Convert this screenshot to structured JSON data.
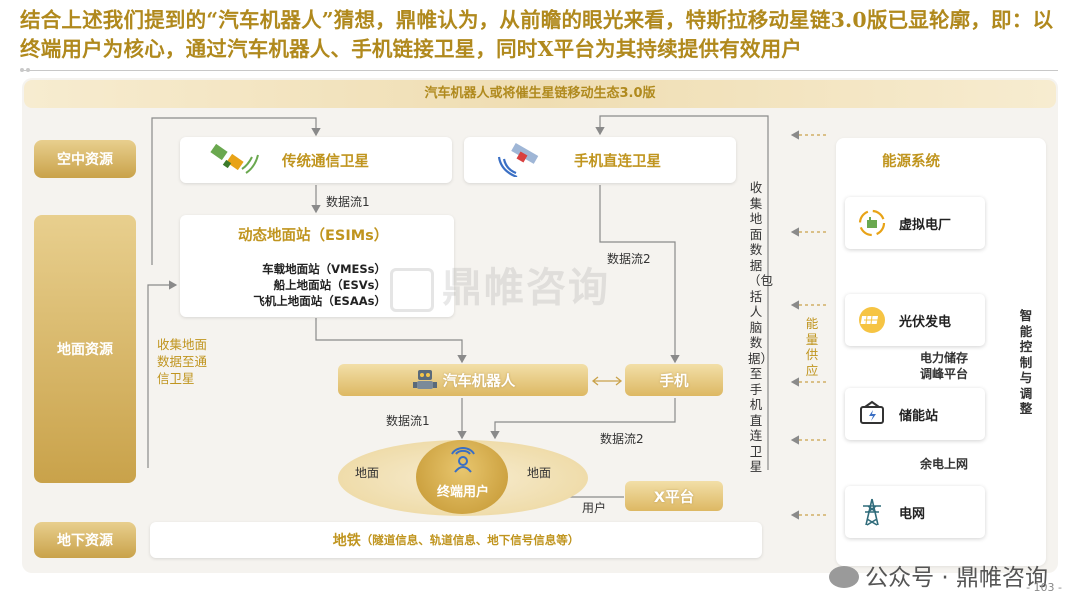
{
  "headline": "结合上述我们提到的“汽车机器人”猜想，鼎帷认为，从前瞻的眼光来看，特斯拉移动星链3.0版已显轮廓，即：以终端用户为核心，通过汽车机器人、手机链接卫星，同时X平台为其持续提供有效用户",
  "banner": "汽车机器人或将催生星链移动生态3.0版",
  "resources": {
    "air": "空中资源",
    "ground": "地面资源",
    "underground": "地下资源"
  },
  "air": {
    "traditional_sat": "传统通信卫星",
    "direct_sat": "手机直连卫星"
  },
  "ground_station": {
    "title": "动态地面站（ESIMs）",
    "items": [
      "车载地面站（VMESs）",
      "船上地面站（ESVs）",
      "飞机上地面站（ESAAs）"
    ]
  },
  "labels": {
    "dataflow1_top": "数据流1",
    "dataflow2_top": "数据流2",
    "dataflow1_bottom": "数据流1",
    "dataflow2_bottom": "数据流2",
    "collect_left": "收集地面数据至通信卫星",
    "collect_right": "收集地面数据（包括人脑数据）至手机直连卫星",
    "energy_supply": "能量供应",
    "ground_left": "地面",
    "ground_right": "地面",
    "user": "用户"
  },
  "nodes": {
    "car_robot": "汽车机器人",
    "phone": "手机",
    "end_user": "终端用户",
    "x_platform": "X平台"
  },
  "subway": {
    "title": "地铁",
    "detail": "（隧道信息、轨道信息、地下信号信息等）"
  },
  "energy": {
    "title": "能源系统",
    "vpp": "虚拟电厂",
    "pv": "光伏发电",
    "storage_note": "电力储存调峰平台",
    "storage": "储能站",
    "surplus_note": "余电上网",
    "grid": "电网",
    "smart_control": "智能控制与调整"
  },
  "footer": {
    "brand": "公众号 · 鼎帷咨询",
    "page": "- 103 -"
  },
  "watermark": "鼎帷咨询",
  "colors": {
    "gold": "#c0951f",
    "gold_bar": "#ddb863",
    "headline": "#b0891d",
    "line": "#8a8a8a"
  }
}
